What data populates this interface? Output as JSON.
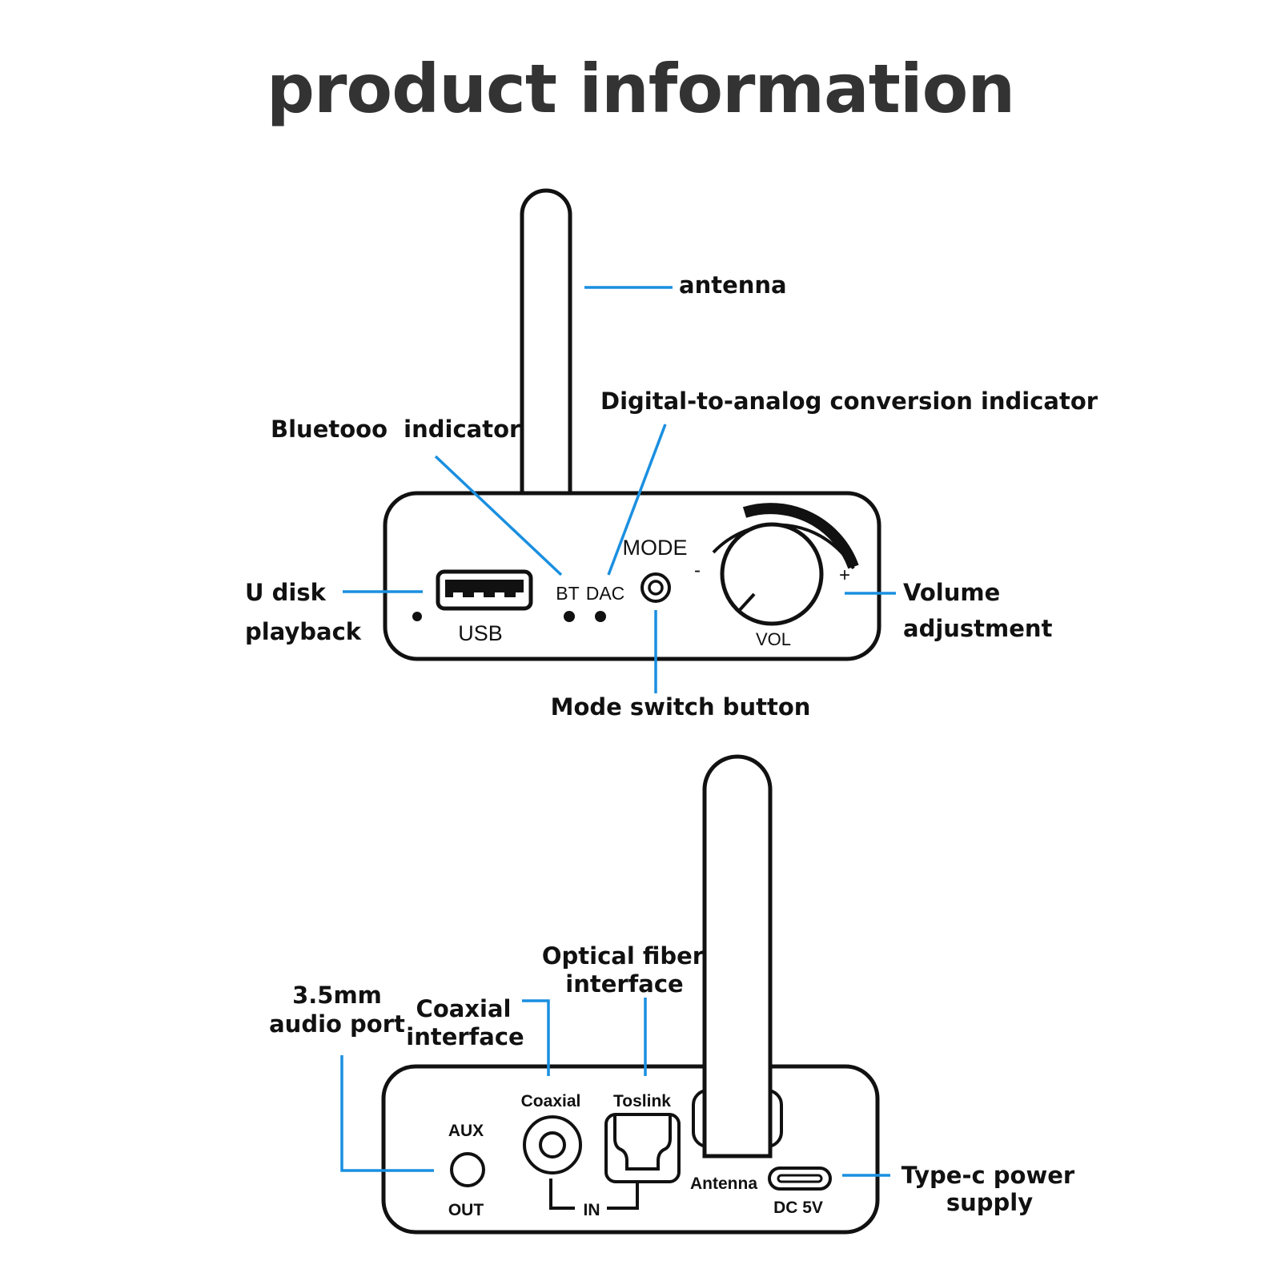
{
  "title": "product information",
  "colors": {
    "leader": "#1a8fe0",
    "outline": "#111111",
    "title": "#333333"
  },
  "front_panel": {
    "callouts": {
      "antenna": "antenna",
      "bt_indicator": "Bluetooo  indicator",
      "dac_indicator": "Digital-to-analog conversion indicator",
      "u_disk_line1": "U disk",
      "u_disk_line2": "playback",
      "volume_line1": "Volume",
      "volume_line2": "adjustment",
      "mode_switch": "Mode switch button"
    },
    "labels": {
      "usb": "USB",
      "bt": "BT",
      "dac": "DAC",
      "mode": "MODE",
      "minus": "-",
      "plus": "+",
      "vol": "VOL"
    }
  },
  "rear_panel": {
    "callouts": {
      "audio_port_line1": "3.5mm",
      "audio_port_line2": "audio port",
      "coaxial_line1": "Coaxial",
      "coaxial_line2": "interface",
      "optical_line1": "Optical fiber",
      "optical_line2": "interface",
      "typec_line1": "Type-c power",
      "typec_line2": "supply"
    },
    "labels": {
      "aux": "AUX",
      "out": "OUT",
      "coaxial": "Coaxial",
      "toslink": "Toslink",
      "in": "IN",
      "antenna": "Antenna",
      "dc5v": "DC 5V"
    }
  }
}
